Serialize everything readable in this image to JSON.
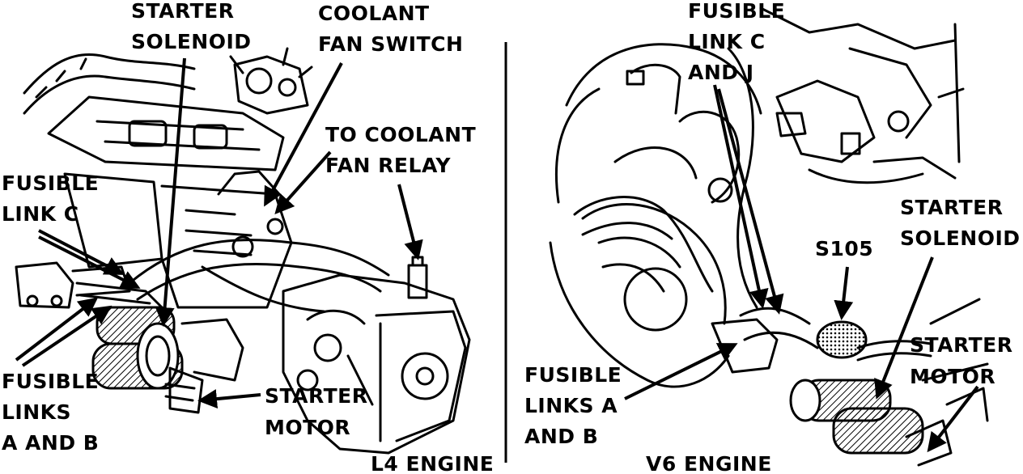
{
  "diagram": {
    "left_panel": {
      "caption": "L4 ENGINE",
      "labels": {
        "starter_solenoid": [
          "STARTER",
          "SOLENOID"
        ],
        "coolant_fan_switch": [
          "COOLANT",
          "FAN SWITCH"
        ],
        "to_coolant_fan_relay": [
          "TO COOLANT",
          "FAN RELAY"
        ],
        "fusible_link_c": [
          "FUSIBLE",
          "LINK C"
        ],
        "fusible_links_a_b": [
          "FUSIBLE",
          "LINKS",
          "A AND B"
        ],
        "starter_motor": [
          "STARTER",
          "MOTOR"
        ]
      }
    },
    "right_panel": {
      "caption": "V6 ENGINE",
      "labels": {
        "fusible_link_c_j": [
          "FUSIBLE",
          "LINK C",
          "AND J"
        ],
        "s105": "S105",
        "starter_solenoid": [
          "STARTER",
          "SOLENOID"
        ],
        "starter_motor": [
          "STARTER",
          "MOTOR"
        ],
        "fusible_links_a_b": [
          "FUSIBLE",
          "LINKS A",
          "AND B"
        ]
      }
    },
    "colors": {
      "ink": "#000000",
      "paper": "#ffffff"
    }
  }
}
